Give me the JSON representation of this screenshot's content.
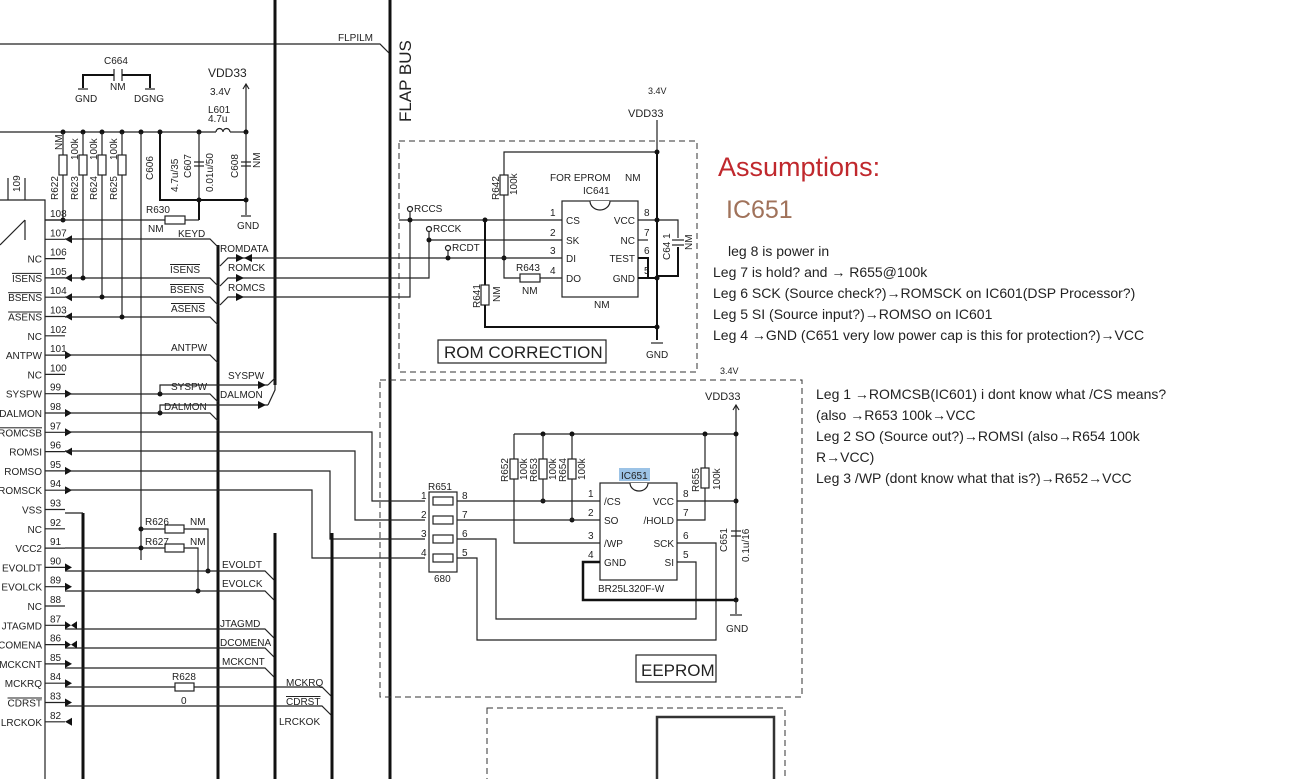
{
  "schematic": {
    "top": {
      "flpilm": "FLPILM",
      "flap_bus": "FLAP BUS",
      "c664": "C664",
      "c664_val": "NM",
      "gnd": "GND",
      "dgng": "DGNG",
      "vdd33": "VDD33",
      "v34": "3.4V",
      "l601": "L601",
      "l601_val": "4.7u",
      "pin109": "109"
    },
    "caps": {
      "c606": "C606",
      "c606_val": "4.7u/35",
      "c607": "C607",
      "c607_val": "0.01u/50",
      "c608": "C608",
      "c608_val": "NM",
      "gnd": "GND"
    },
    "resistors_top": [
      {
        "ref": "R622",
        "val": "NM"
      },
      {
        "ref": "R623",
        "val": "100k"
      },
      {
        "ref": "R624",
        "val": "100k"
      },
      {
        "ref": "R625",
        "val": "100k"
      }
    ],
    "r630": {
      "ref": "R630",
      "val": "NM",
      "net": "KEYD"
    },
    "ic601_pins": [
      {
        "num": "108",
        "name": "",
        "dir": "none"
      },
      {
        "num": "107",
        "name": "",
        "dir": "in"
      },
      {
        "num": "106",
        "name": "NC",
        "dir": "none"
      },
      {
        "num": "105",
        "name": "ISENS",
        "dir": "in",
        "bar": true
      },
      {
        "num": "104",
        "name": "BSENS",
        "dir": "in",
        "bar": true
      },
      {
        "num": "103",
        "name": "ASENS",
        "dir": "in",
        "bar": true
      },
      {
        "num": "102",
        "name": "NC",
        "dir": "none"
      },
      {
        "num": "101",
        "name": "ANTPW",
        "dir": "out"
      },
      {
        "num": "100",
        "name": "NC",
        "dir": "none"
      },
      {
        "num": "99",
        "name": "SYSPW",
        "dir": "out"
      },
      {
        "num": "98",
        "name": "DALMON",
        "dir": "out"
      },
      {
        "num": "97",
        "name": "ROMCSB",
        "dir": "out",
        "bar": true
      },
      {
        "num": "96",
        "name": "ROMSI",
        "dir": "in"
      },
      {
        "num": "95",
        "name": "ROMSO",
        "dir": "out"
      },
      {
        "num": "94",
        "name": "ROMSCK",
        "dir": "out"
      },
      {
        "num": "93",
        "name": "VSS",
        "dir": "none"
      },
      {
        "num": "92",
        "name": "NC",
        "dir": "none"
      },
      {
        "num": "91",
        "name": "VCC2",
        "dir": "none"
      },
      {
        "num": "90",
        "name": "EVOLDT",
        "dir": "out"
      },
      {
        "num": "89",
        "name": "EVOLCK",
        "dir": "out"
      },
      {
        "num": "88",
        "name": "NC",
        "dir": "none"
      },
      {
        "num": "87",
        "name": "JTAGMD",
        "dir": "bi"
      },
      {
        "num": "86",
        "name": "DCOMENA",
        "dir": "bi"
      },
      {
        "num": "85",
        "name": "MCKCNT",
        "dir": "out"
      },
      {
        "num": "84",
        "name": "MCKRQ",
        "dir": "out"
      },
      {
        "num": "83",
        "name": "CDRST",
        "dir": "out",
        "bar": true
      },
      {
        "num": "82",
        "name": "LRCKOK",
        "dir": "in"
      }
    ],
    "bus_labels": {
      "keyd": "KEYD",
      "romdata": "ROMDATA",
      "isens": "ISENS",
      "romck": "ROMCK",
      "bsens": "BSENS",
      "romcs": "ROMCS",
      "asens": "ASENS",
      "antpw": "ANTPW",
      "syspw_r": "SYSPW",
      "syspw": "SYSPW",
      "dalmon_r": "DALMON",
      "dalmon": "DALMON"
    },
    "lower": {
      "r626": "R626",
      "r626_val": "NM",
      "r627": "R627",
      "r627_val": "NM",
      "evoldt": "EVOLDT",
      "evolck": "EVOLCK",
      "jtagmd": "JTAGMD",
      "dcomena": "DCOMENA",
      "mckcnt": "MCKCNT",
      "r628": "R628",
      "r628_val": "0",
      "mckrq": "MCKRQ",
      "cdrst": "CDRST",
      "lrckok": "LRCKOK"
    },
    "rom_correction": {
      "label": "ROM CORRECTION",
      "v34": "3.4V",
      "vdd33": "VDD33",
      "for_eprom": "FOR EPROM",
      "for_eprom_nm": "NM",
      "ic": "IC641",
      "ic_nm": "NM",
      "r642": "R642",
      "r642_val": "100k",
      "r643": "R643",
      "r643_val": "NM",
      "r641": "R641",
      "r641_val": "NM",
      "c641": "C64 1",
      "c641_val": "NM",
      "gnd": "GND",
      "rccs": "RCCS",
      "rcck": "RCCK",
      "rcdt": "RCDT",
      "left_pins": [
        {
          "num": "1",
          "name": "CS"
        },
        {
          "num": "2",
          "name": "SK"
        },
        {
          "num": "3",
          "name": "DI"
        },
        {
          "num": "4",
          "name": "DO"
        }
      ],
      "right_pins": [
        {
          "num": "8",
          "name": "VCC"
        },
        {
          "num": "7",
          "name": "NC"
        },
        {
          "num": "6",
          "name": "TEST"
        },
        {
          "num": "5",
          "name": "GND"
        }
      ]
    },
    "eeprom": {
      "label": "EEPROM",
      "v34": "3.4V",
      "vdd33": "VDD33",
      "ic": "IC651",
      "part": "BR25L320F-W",
      "highlight_color": "#9cc3e6",
      "r651": "R651",
      "r651_val": "680",
      "r651_left": [
        "1",
        "2",
        "3",
        "4"
      ],
      "r651_right": [
        "8",
        "7",
        "6",
        "5"
      ],
      "r652": "R652",
      "r652_val": "100k",
      "r653": "R653",
      "r653_val": "100k",
      "r654": "R654",
      "r654_val": "100k",
      "r655": "R655",
      "r655_val": "100k",
      "c651": "C651",
      "c651_val": "0.1u/16",
      "gnd": "GND",
      "left_pins": [
        {
          "num": "1",
          "name": "/CS"
        },
        {
          "num": "2",
          "name": "SO"
        },
        {
          "num": "3",
          "name": "/WP"
        },
        {
          "num": "4",
          "name": "GND"
        }
      ],
      "right_pins": [
        {
          "num": "8",
          "name": "VCC"
        },
        {
          "num": "7",
          "name": "/HOLD"
        },
        {
          "num": "6",
          "name": "SCK"
        },
        {
          "num": "5",
          "name": "SI"
        }
      ]
    }
  },
  "annotations": {
    "title": "Assumptions:",
    "title_color": "#c0282d",
    "subtitle": "IC651",
    "subtitle_color": "#a0725a",
    "block1": [
      "leg 8 is power in",
      "Leg 7 is hold? and → R655@100k",
      "Leg 6 SCK (Source check?)→ROMSCK on IC601(DSP Processor?)",
      "Leg 5 SI (Source input?)→ROMSO on IC601",
      "Leg 4 →GND (C651 very low power cap is this for protection?)→VCC"
    ],
    "block2": [
      "Leg 1 →ROMCSB(IC601) i dont know what /CS means?",
      "(also →R653 100k→VCC",
      "Leg 2 SO (Source out?)→ROMSI (also→R654  100k",
      "R→VCC)",
      "Leg 3 /WP (dont know what that is?)→R652→VCC"
    ]
  }
}
